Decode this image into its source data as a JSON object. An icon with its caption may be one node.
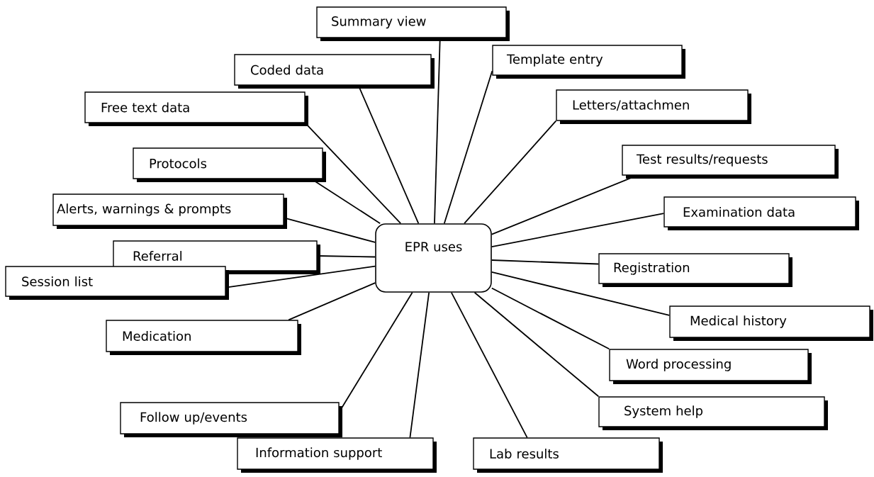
{
  "diagram": {
    "nodes": [
      {
        "text": [
          "EPR uses"
        ]
      },
      {
        "text": [
          "Summary view"
        ]
      },
      {
        "text": [
          "Template entry"
        ]
      },
      {
        "text": [
          "Coded data"
        ]
      },
      {
        "text": [
          "Free text data"
        ]
      },
      {
        "text": [
          "Letters/attachmen"
        ]
      },
      {
        "text": [
          "Protocols"
        ]
      },
      {
        "text": [
          "Test results/requests"
        ]
      },
      {
        "text": [
          "Alerts, warnings & prompts"
        ]
      },
      {
        "text": [
          "Examination data"
        ]
      },
      {
        "text": [
          "Referral"
        ]
      },
      {
        "text": [
          "Registration"
        ]
      },
      {
        "text": [
          "Session list"
        ]
      },
      {
        "text": [
          "Medical history"
        ]
      },
      {
        "text": [
          "Medication"
        ]
      },
      {
        "text": [
          "Word processing"
        ]
      },
      {
        "text": [
          "Follow up/events"
        ]
      },
      {
        "text": [
          "System help"
        ]
      },
      {
        "text": [
          "Information support"
        ]
      },
      {
        "text": [
          "Lab results"
        ]
      }
    ],
    "edges": [
      {
        "from": 0,
        "to": 1,
        "arrow": "none"
      },
      {
        "from": 0,
        "to": 2,
        "arrow": "none"
      },
      {
        "from": 0,
        "to": 3,
        "arrow": "none"
      },
      {
        "from": 0,
        "to": 4,
        "arrow": "none"
      },
      {
        "from": 0,
        "to": 5,
        "arrow": "none"
      },
      {
        "from": 0,
        "to": 6,
        "arrow": "none"
      },
      {
        "from": 0,
        "to": 7,
        "arrow": "none"
      },
      {
        "from": 0,
        "to": 8,
        "arrow": "none"
      },
      {
        "from": 0,
        "to": 9,
        "arrow": "none"
      },
      {
        "from": 0,
        "to": 10,
        "arrow": "none"
      },
      {
        "from": 0,
        "to": 11,
        "arrow": "none"
      },
      {
        "from": 0,
        "to": 12,
        "arrow": "none"
      },
      {
        "from": 0,
        "to": 13,
        "arrow": "none"
      },
      {
        "from": 0,
        "to": 14,
        "arrow": "none"
      },
      {
        "from": 0,
        "to": 15,
        "arrow": "none"
      },
      {
        "from": 0,
        "to": 16,
        "arrow": "none"
      },
      {
        "from": 0,
        "to": 17,
        "arrow": "none"
      },
      {
        "from": 0,
        "to": 18,
        "arrow": "none"
      },
      {
        "from": 0,
        "to": 19,
        "arrow": "none"
      }
    ]
  }
}
